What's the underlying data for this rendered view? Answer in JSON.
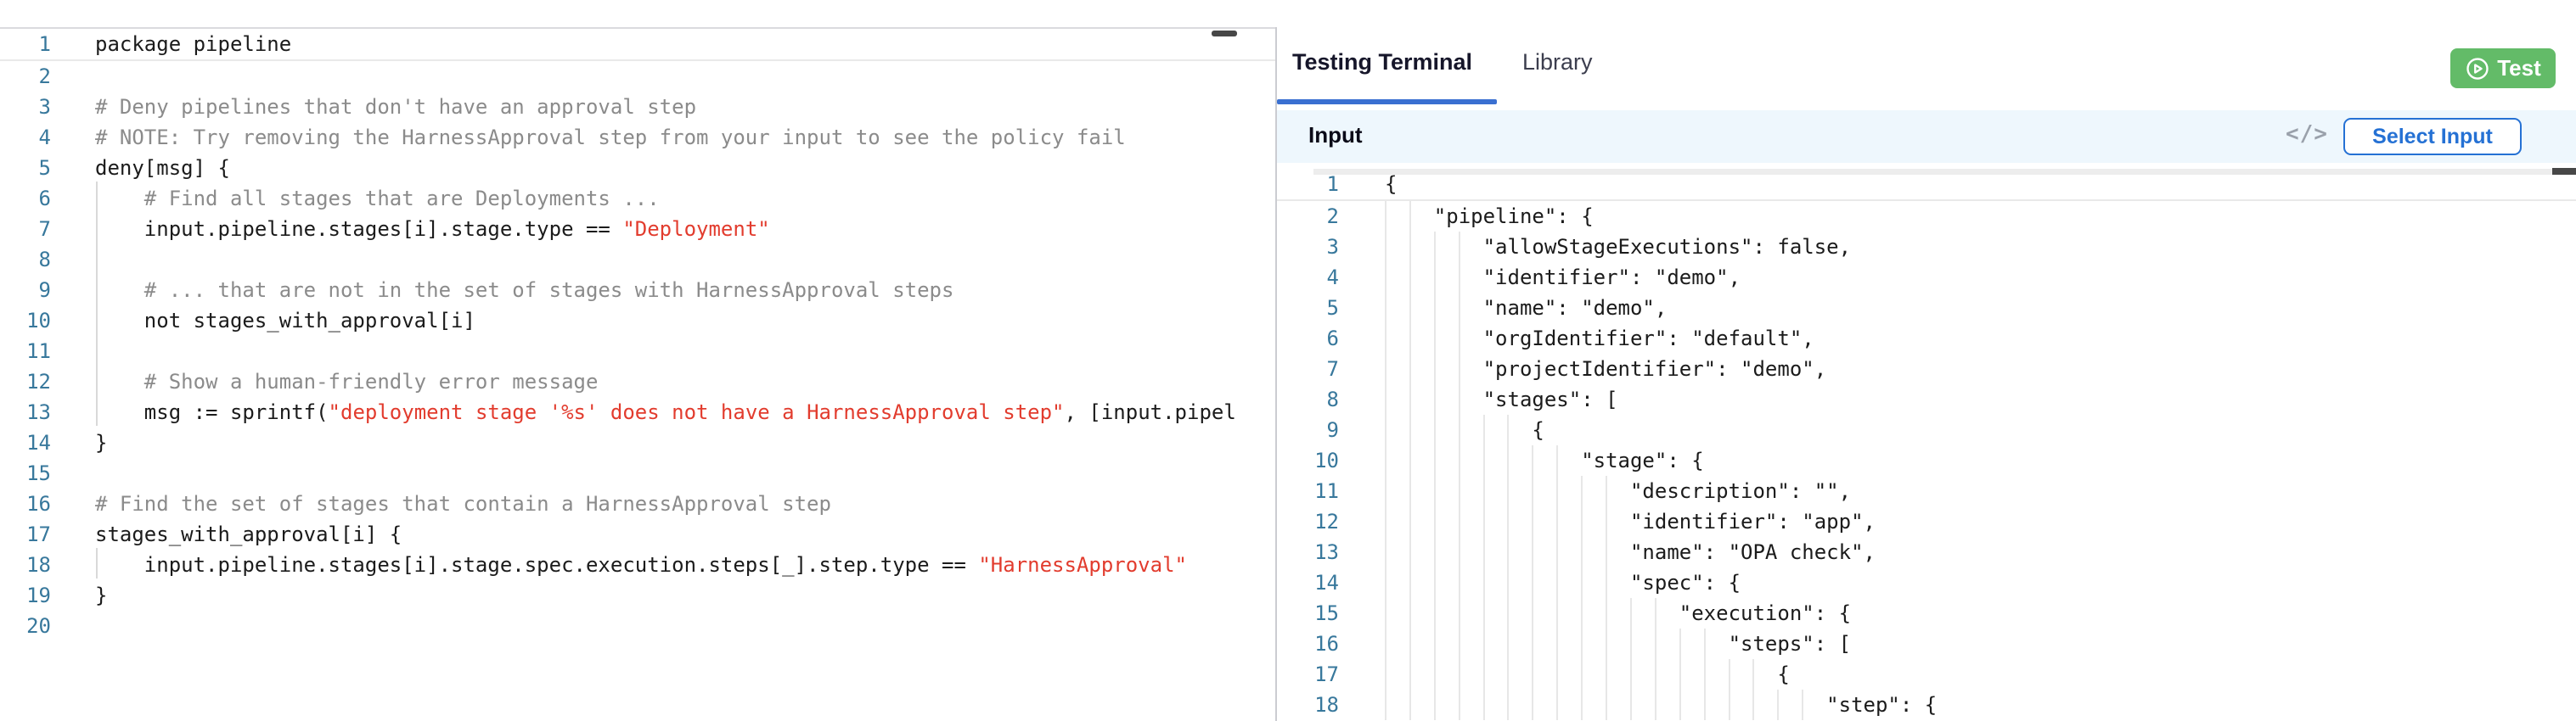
{
  "tabs": {
    "testing_terminal": "Testing Terminal",
    "library": "Library"
  },
  "test_button": {
    "label": "Test"
  },
  "input_panel": {
    "title": "Input",
    "code_icon": "</>",
    "select_input_label": "Select Input"
  },
  "colors": {
    "accent": "#3a70d1",
    "accent2": "#2571d4",
    "green": "#63bb68",
    "inputbar": "#eef7fd",
    "linenum": "#38789c",
    "code": "#1b1b1b",
    "comment": "#8b8b8b",
    "string": "#e23c2e",
    "thumb": "#474747",
    "activeline": "#e9e9e9",
    "topline": "#dadade"
  },
  "left_editor": {
    "language": "rego",
    "lines": [
      {
        "n": 1,
        "tokens": [
          [
            "c",
            "package pipeline"
          ]
        ]
      },
      {
        "n": 2,
        "tokens": []
      },
      {
        "n": 3,
        "tokens": [
          [
            "cm",
            "# Deny pipelines that don't have an approval step"
          ]
        ]
      },
      {
        "n": 4,
        "tokens": [
          [
            "cm",
            "# NOTE: Try removing the HarnessApproval step from your input to see the policy fail"
          ]
        ]
      },
      {
        "n": 5,
        "tokens": [
          [
            "c",
            "deny[msg] {"
          ]
        ]
      },
      {
        "n": 6,
        "tokens": [
          [
            "cm",
            "    # Find all stages that are Deployments ..."
          ]
        ]
      },
      {
        "n": 7,
        "tokens": [
          [
            "c",
            "    input.pipeline.stages[i].stage.type == "
          ],
          [
            "s",
            "\"Deployment\""
          ]
        ]
      },
      {
        "n": 8,
        "tokens": []
      },
      {
        "n": 9,
        "tokens": [
          [
            "cm",
            "    # ... that are not in the set of stages with HarnessApproval steps"
          ]
        ]
      },
      {
        "n": 10,
        "tokens": [
          [
            "c",
            "    not stages_with_approval[i]"
          ]
        ]
      },
      {
        "n": 11,
        "tokens": []
      },
      {
        "n": 12,
        "tokens": [
          [
            "cm",
            "    # Show a human-friendly error message"
          ]
        ]
      },
      {
        "n": 13,
        "tokens": [
          [
            "c",
            "    msg := sprintf("
          ],
          [
            "s",
            "\"deployment stage '%s' does not have a HarnessApproval step\""
          ],
          [
            "c",
            ", [input.pipel"
          ]
        ]
      },
      {
        "n": 14,
        "tokens": [
          [
            "c",
            "}"
          ]
        ]
      },
      {
        "n": 15,
        "tokens": []
      },
      {
        "n": 16,
        "tokens": [
          [
            "cm",
            "# Find the set of stages that contain a HarnessApproval step"
          ]
        ]
      },
      {
        "n": 17,
        "tokens": [
          [
            "c",
            "stages_with_approval[i] {"
          ]
        ]
      },
      {
        "n": 18,
        "tokens": [
          [
            "c",
            "    input.pipeline.stages[i].stage.spec.execution.steps[_].step.type == "
          ],
          [
            "s",
            "\"HarnessApproval\""
          ]
        ]
      },
      {
        "n": 19,
        "tokens": [
          [
            "c",
            "}"
          ]
        ]
      },
      {
        "n": 20,
        "tokens": []
      }
    ]
  },
  "right_editor": {
    "language": "json",
    "lines": [
      {
        "n": 1,
        "text": "{"
      },
      {
        "n": 2,
        "text": "    \"pipeline\": {"
      },
      {
        "n": 3,
        "text": "        \"allowStageExecutions\": false,"
      },
      {
        "n": 4,
        "text": "        \"identifier\": \"demo\","
      },
      {
        "n": 5,
        "text": "        \"name\": \"demo\","
      },
      {
        "n": 6,
        "text": "        \"orgIdentifier\": \"default\","
      },
      {
        "n": 7,
        "text": "        \"projectIdentifier\": \"demo\","
      },
      {
        "n": 8,
        "text": "        \"stages\": ["
      },
      {
        "n": 9,
        "text": "            {"
      },
      {
        "n": 10,
        "text": "                \"stage\": {"
      },
      {
        "n": 11,
        "text": "                    \"description\": \"\","
      },
      {
        "n": 12,
        "text": "                    \"identifier\": \"app\","
      },
      {
        "n": 13,
        "text": "                    \"name\": \"OPA check\","
      },
      {
        "n": 14,
        "text": "                    \"spec\": {"
      },
      {
        "n": 15,
        "text": "                        \"execution\": {"
      },
      {
        "n": 16,
        "text": "                            \"steps\": ["
      },
      {
        "n": 17,
        "text": "                                {"
      },
      {
        "n": 18,
        "text": "                                    \"step\": {"
      }
    ]
  }
}
